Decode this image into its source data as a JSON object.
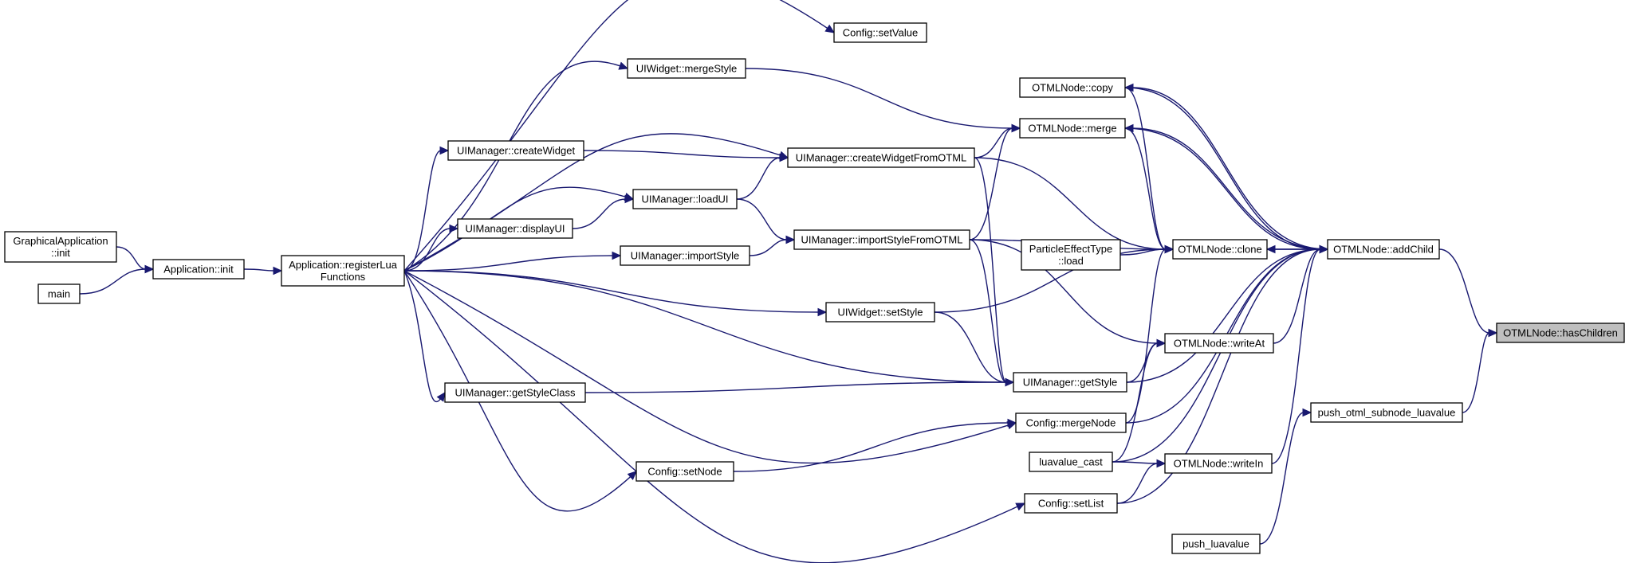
{
  "nodes": [
    {
      "id": "graphical_init",
      "lines": [
        "GraphicalApplication",
        "::init"
      ]
    },
    {
      "id": "main",
      "lines": [
        "main"
      ]
    },
    {
      "id": "app_init",
      "lines": [
        "Application::init"
      ]
    },
    {
      "id": "app_reg",
      "lines": [
        "Application::registerLua",
        "Functions"
      ]
    },
    {
      "id": "config_setvalue",
      "lines": [
        "Config::setValue"
      ]
    },
    {
      "id": "uiwidget_mergestyle",
      "lines": [
        "UIWidget::mergeStyle"
      ]
    },
    {
      "id": "uimanager_createwidget",
      "lines": [
        "UIManager::createWidget"
      ]
    },
    {
      "id": "uimanager_loadui",
      "lines": [
        "UIManager::loadUI"
      ]
    },
    {
      "id": "uimanager_displayui",
      "lines": [
        "UIManager::displayUI"
      ]
    },
    {
      "id": "uimanager_importstyle",
      "lines": [
        "UIManager::importStyle"
      ]
    },
    {
      "id": "uimanager_getstyleclass",
      "lines": [
        "UIManager::getStyleClass"
      ]
    },
    {
      "id": "config_setnode",
      "lines": [
        "Config::setNode"
      ]
    },
    {
      "id": "uimanager_cwfo",
      "lines": [
        "UIManager::createWidgetFromOTML"
      ]
    },
    {
      "id": "uimanager_isfo",
      "lines": [
        "UIManager::importStyleFromOTML"
      ]
    },
    {
      "id": "uiwidget_setstyle",
      "lines": [
        "UIWidget::setStyle"
      ]
    },
    {
      "id": "uimanager_getstyle",
      "lines": [
        "UIManager::getStyle"
      ]
    },
    {
      "id": "config_mergenode",
      "lines": [
        "Config::mergeNode"
      ]
    },
    {
      "id": "luavalue_cast",
      "lines": [
        "luavalue_cast"
      ]
    },
    {
      "id": "config_setlist",
      "lines": [
        "Config::setList"
      ]
    },
    {
      "id": "push_luavalue",
      "lines": [
        "push_luavalue"
      ]
    },
    {
      "id": "otml_copy",
      "lines": [
        "OTMLNode::copy"
      ]
    },
    {
      "id": "otml_merge",
      "lines": [
        "OTMLNode::merge"
      ]
    },
    {
      "id": "particle_load",
      "lines": [
        "ParticleEffectType",
        "::load"
      ]
    },
    {
      "id": "otml_clone",
      "lines": [
        "OTMLNode::clone"
      ]
    },
    {
      "id": "otml_writeat",
      "lines": [
        "OTMLNode::writeAt"
      ]
    },
    {
      "id": "otml_writein",
      "lines": [
        "OTMLNode::writeIn"
      ]
    },
    {
      "id": "otml_addchild",
      "lines": [
        "OTMLNode::addChild"
      ]
    },
    {
      "id": "push_subnode",
      "lines": [
        "push_otml_subnode_luavalue"
      ]
    },
    {
      "id": "otml_haschildren",
      "lines": [
        "OTMLNode::hasChildren"
      ],
      "focus": true
    }
  ],
  "edges": [
    {
      "from": "graphical_init",
      "to": "app_init"
    },
    {
      "from": "main",
      "to": "app_init"
    },
    {
      "from": "app_init",
      "to": "app_reg"
    },
    {
      "from": "app_reg",
      "to": "config_setvalue"
    },
    {
      "from": "app_reg",
      "to": "uiwidget_mergestyle"
    },
    {
      "from": "app_reg",
      "to": "uimanager_createwidget"
    },
    {
      "from": "app_reg",
      "to": "uimanager_loadui"
    },
    {
      "from": "app_reg",
      "to": "uimanager_displayui"
    },
    {
      "from": "app_reg",
      "to": "uimanager_importstyle"
    },
    {
      "from": "app_reg",
      "to": "uimanager_getstyleclass"
    },
    {
      "from": "app_reg",
      "to": "config_setnode"
    },
    {
      "from": "app_reg",
      "to": "uimanager_cwfo"
    },
    {
      "from": "app_reg",
      "to": "uiwidget_setstyle"
    },
    {
      "from": "app_reg",
      "to": "uimanager_getstyle"
    },
    {
      "from": "app_reg",
      "to": "config_mergenode"
    },
    {
      "from": "app_reg",
      "to": "config_setlist"
    },
    {
      "from": "uimanager_displayui",
      "to": "uimanager_loadui"
    },
    {
      "from": "uimanager_createwidget",
      "to": "uimanager_cwfo"
    },
    {
      "from": "uimanager_loadui",
      "to": "uimanager_cwfo"
    },
    {
      "from": "uimanager_loadui",
      "to": "uimanager_isfo"
    },
    {
      "from": "uimanager_importstyle",
      "to": "uimanager_isfo"
    },
    {
      "from": "uimanager_getstyleclass",
      "to": "uimanager_getstyle"
    },
    {
      "from": "uimanager_cwfo",
      "to": "uimanager_getstyle"
    },
    {
      "from": "uimanager_isfo",
      "to": "uimanager_getstyle"
    },
    {
      "from": "uiwidget_setstyle",
      "to": "uimanager_getstyle"
    },
    {
      "from": "config_setnode",
      "to": "config_mergenode"
    },
    {
      "from": "uiwidget_mergestyle",
      "to": "otml_merge"
    },
    {
      "from": "uimanager_cwfo",
      "to": "otml_merge"
    },
    {
      "from": "uimanager_isfo",
      "to": "otml_merge"
    },
    {
      "from": "uimanager_cwfo",
      "to": "otml_clone"
    },
    {
      "from": "uimanager_isfo",
      "to": "otml_clone"
    },
    {
      "from": "uiwidget_setstyle",
      "to": "otml_clone"
    },
    {
      "from": "particle_load",
      "to": "otml_clone"
    },
    {
      "from": "config_mergenode",
      "to": "otml_clone"
    },
    {
      "from": "otml_merge",
      "to": "otml_clone"
    },
    {
      "from": "otml_copy",
      "to": "otml_clone"
    },
    {
      "from": "uimanager_isfo",
      "to": "otml_writeat"
    },
    {
      "from": "uimanager_getstyle",
      "to": "otml_writeat"
    },
    {
      "from": "luavalue_cast",
      "to": "otml_writeat"
    },
    {
      "from": "luavalue_cast",
      "to": "otml_writein"
    },
    {
      "from": "config_setlist",
      "to": "otml_writein"
    },
    {
      "from": "otml_addchild",
      "to": "otml_copy"
    },
    {
      "from": "otml_addchild",
      "to": "otml_merge"
    },
    {
      "from": "otml_addchild",
      "to": "otml_clone"
    },
    {
      "from": "otml_clone",
      "to": "otml_addchild"
    },
    {
      "from": "otml_copy",
      "to": "otml_addchild"
    },
    {
      "from": "otml_merge",
      "to": "otml_addchild"
    },
    {
      "from": "otml_writeat",
      "to": "otml_addchild"
    },
    {
      "from": "otml_writein",
      "to": "otml_addchild"
    },
    {
      "from": "config_mergenode",
      "to": "otml_addchild"
    },
    {
      "from": "luavalue_cast",
      "to": "otml_addchild"
    },
    {
      "from": "config_setlist",
      "to": "otml_addchild"
    },
    {
      "from": "uimanager_getstyle",
      "to": "otml_addchild"
    },
    {
      "from": "push_luavalue",
      "to": "push_subnode"
    },
    {
      "from": "otml_addchild",
      "to": "otml_haschildren"
    },
    {
      "from": "push_subnode",
      "to": "otml_haschildren"
    }
  ]
}
